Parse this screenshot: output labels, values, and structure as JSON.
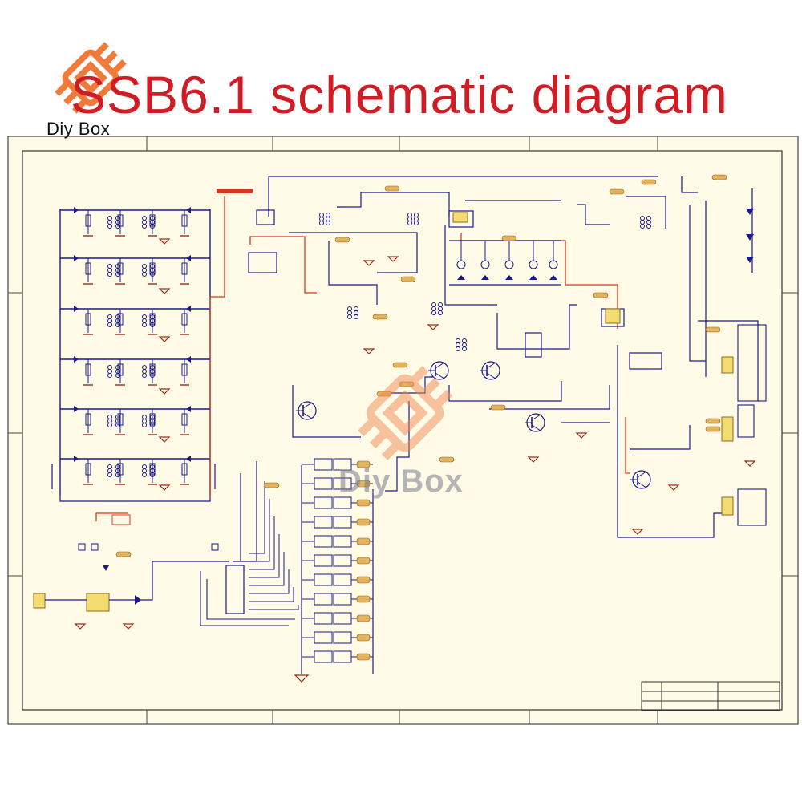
{
  "header": {
    "title": "SSB6.1 schematic diagram"
  },
  "brand": {
    "name": "Diy Box",
    "logo_icon": "circuit-chip-icon",
    "logo_color": "#f07a3a"
  },
  "watermark": {
    "text": "Diy Box",
    "logo_icon": "circuit-chip-icon"
  },
  "schematic": {
    "paper_color": "#fffbe6",
    "wire_color": "#1a1a8c",
    "highlight_wire_color": "#d9361e",
    "label_tag_color": "#e2b35c"
  }
}
